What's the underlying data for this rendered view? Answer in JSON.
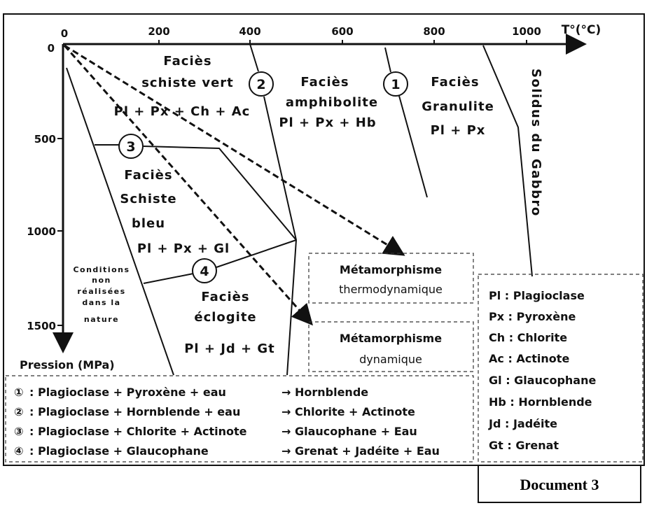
{
  "axes": {
    "x_label": "T°(°C)",
    "y_label": "Pression (MPa)",
    "x_ticks": [
      "0",
      "200",
      "400",
      "600",
      "800",
      "1000"
    ],
    "y_ticks": [
      "0",
      "500",
      "1000",
      "1500"
    ]
  },
  "facies": {
    "schiste_vert": [
      "Faciès",
      "schiste vert",
      "Pl + Px + Ch + Ac"
    ],
    "amphibolite": [
      "Faciès",
      "amphibolite",
      "Pl + Px + Hb"
    ],
    "granulite": [
      "Faciès",
      "Granulite",
      "Pl + Px"
    ],
    "schiste_bleu": [
      "Faciès",
      "Schiste",
      "bleu",
      "Pl + Px + Gl"
    ],
    "eclogite": [
      "Faciès",
      "éclogite",
      "Pl + Jd + Gt"
    ],
    "non_realisees": [
      "Conditions",
      "non",
      "réalisées",
      "dans la",
      "nature"
    ],
    "solidus": "Solidus du Gabbro"
  },
  "markers": [
    "1",
    "2",
    "3",
    "4"
  ],
  "metamorphisme": {
    "thermo": [
      "Métamorphisme",
      "thermodynamique"
    ],
    "dyn": [
      "Métamorphisme",
      "dynamique"
    ]
  },
  "reactions": [
    {
      "num": "①",
      "lhs": ": Plagioclase + Pyroxène    + eau",
      "rhs": "→ Hornblende"
    },
    {
      "num": "②",
      "lhs": ": Plagioclase + Hornblende + eau",
      "rhs": "→ Chlorite + Actinote"
    },
    {
      "num": "③",
      "lhs": ": Plagioclase + Chlorite + Actinote",
      "rhs": "→ Glaucophane + Eau"
    },
    {
      "num": "④",
      "lhs": ": Plagioclase + Glaucophane",
      "rhs": "→ Grenat + Jadéite + Eau"
    }
  ],
  "legend": [
    "Pl  : Plagioclase",
    "Px : Pyroxène",
    "Ch : Chlorite",
    "Ac : Actinote",
    "Gl : Glaucophane",
    "Hb : Hornblende",
    "Jd : Jadéite",
    "Gt : Grenat"
  ],
  "document_label": "Document 3"
}
